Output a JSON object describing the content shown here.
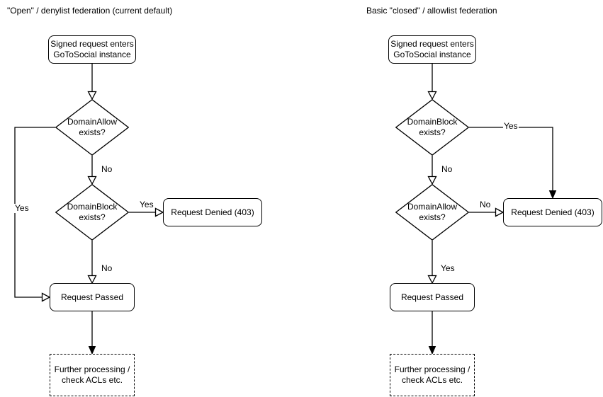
{
  "colors": {
    "stroke": "#000000",
    "text": "#000000",
    "background": "#ffffff"
  },
  "flowcharts": [
    {
      "title": "\"Open\" / denylist federation (current default)",
      "start_label": "Signed request enters\nGoToSocial instance",
      "decision1_label": "DomainAllow\nexists?",
      "decision2_label": "DomainBlock\nexists?",
      "denied_label": "Request Denied (403)",
      "passed_label": "Request Passed",
      "further_label": "Further processing /\ncheck ACLs etc.",
      "edge_labels": {
        "decision1_side": "Yes",
        "decision1_down": "No",
        "decision2_side": "Yes",
        "decision2_down": "No"
      }
    },
    {
      "title": "Basic \"closed\" / allowlist federation",
      "start_label": "Signed request enters\nGoToSocial instance",
      "decision1_label": "DomainBlock\nexists?",
      "decision2_label": "DomainAllow\nexists?",
      "denied_label": "Request Denied (403)",
      "passed_label": "Request Passed",
      "further_label": "Further processing /\ncheck ACLs etc.",
      "edge_labels": {
        "decision1_side": "Yes",
        "decision1_down": "No",
        "decision2_side": "No",
        "decision2_down": "Yes"
      }
    }
  ]
}
